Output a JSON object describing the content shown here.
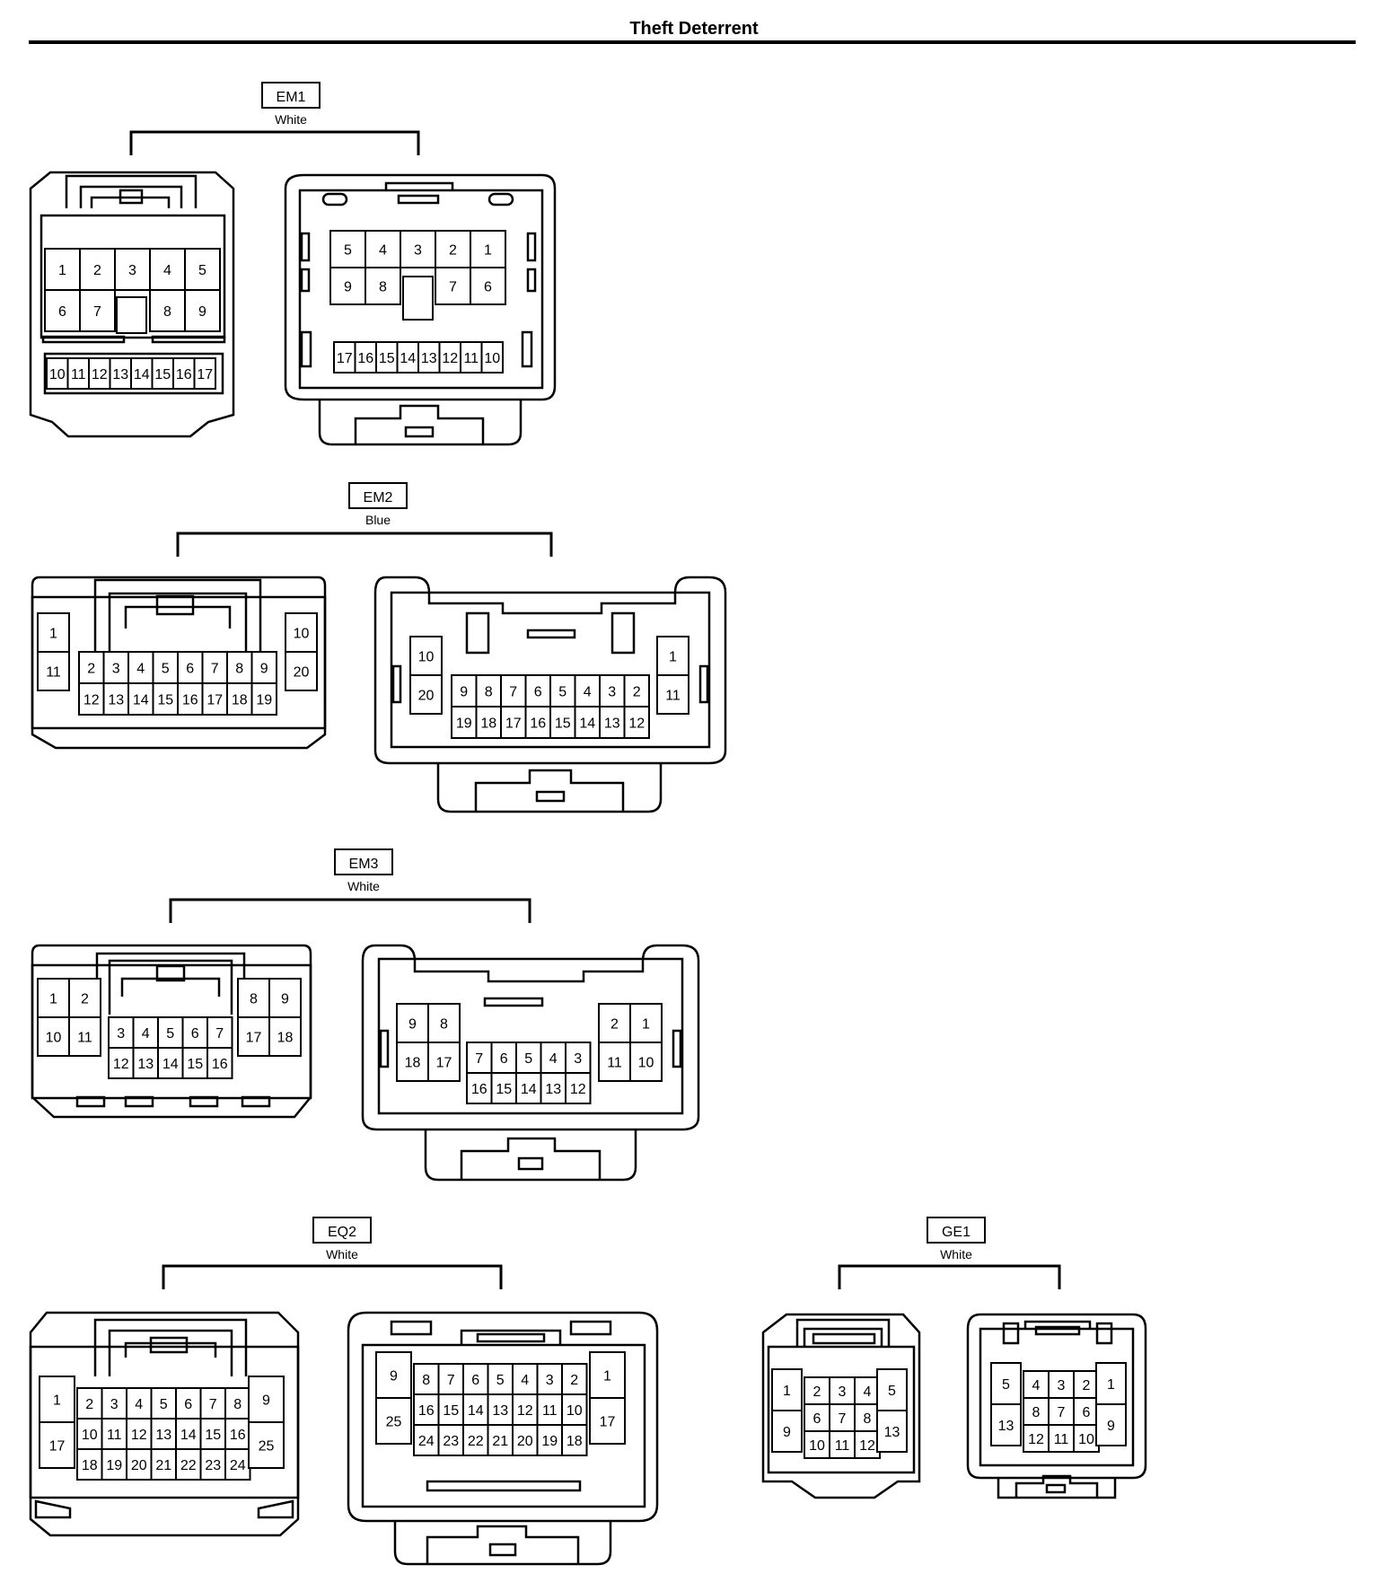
{
  "page": {
    "title": "Theft Deterrent"
  },
  "connectors": [
    {
      "id": "EM1",
      "color": "White",
      "left_pins": [
        [
          "1",
          "2",
          "3",
          "4",
          "5"
        ],
        [
          "6",
          "7",
          "8",
          "9"
        ],
        [
          "10",
          "11",
          "12",
          "13",
          "14",
          "15",
          "16",
          "17"
        ]
      ],
      "right_pins": [
        [
          "5",
          "4",
          "3",
          "2",
          "1"
        ],
        [
          "9",
          "8",
          "7",
          "6"
        ],
        [
          "17",
          "16",
          "15",
          "14",
          "13",
          "12",
          "11",
          "10"
        ]
      ]
    },
    {
      "id": "EM2",
      "color": "Blue",
      "left_pins": [
        [
          "1",
          "11"
        ],
        [
          "2",
          "3",
          "4",
          "5",
          "6",
          "7",
          "8",
          "9"
        ],
        [
          "12",
          "13",
          "14",
          "15",
          "16",
          "17",
          "18",
          "19"
        ],
        [
          "10",
          "20"
        ]
      ],
      "right_pins": [
        [
          "10",
          "20"
        ],
        [
          "9",
          "8",
          "7",
          "6",
          "5",
          "4",
          "3",
          "2"
        ],
        [
          "19",
          "18",
          "17",
          "16",
          "15",
          "14",
          "13",
          "12"
        ],
        [
          "1",
          "11"
        ]
      ]
    },
    {
      "id": "EM3",
      "color": "White",
      "left_pins": [
        [
          "1",
          "2"
        ],
        [
          "10",
          "11"
        ],
        [
          "3",
          "4",
          "5",
          "6",
          "7"
        ],
        [
          "12",
          "13",
          "14",
          "15",
          "16"
        ],
        [
          "8",
          "9"
        ],
        [
          "17",
          "18"
        ]
      ],
      "right_pins": [
        [
          "9",
          "8"
        ],
        [
          "18",
          "17"
        ],
        [
          "7",
          "6",
          "5",
          "4",
          "3"
        ],
        [
          "16",
          "15",
          "14",
          "13",
          "12"
        ],
        [
          "2",
          "1"
        ],
        [
          "11",
          "10"
        ]
      ]
    },
    {
      "id": "EQ2",
      "color": "White",
      "left_pins": [
        [
          "1",
          "17"
        ],
        [
          "2",
          "3",
          "4",
          "5",
          "6",
          "7",
          "8"
        ],
        [
          "10",
          "11",
          "12",
          "13",
          "14",
          "15",
          "16"
        ],
        [
          "18",
          "19",
          "20",
          "21",
          "22",
          "23",
          "24"
        ],
        [
          "9",
          "25"
        ]
      ],
      "right_pins": [
        [
          "9",
          "25"
        ],
        [
          "8",
          "7",
          "6",
          "5",
          "4",
          "3",
          "2"
        ],
        [
          "16",
          "15",
          "14",
          "13",
          "12",
          "11",
          "10"
        ],
        [
          "24",
          "23",
          "22",
          "21",
          "20",
          "19",
          "18"
        ],
        [
          "1",
          "17"
        ]
      ]
    },
    {
      "id": "GE1",
      "color": "White",
      "left_pins": [
        [
          "1",
          "9"
        ],
        [
          "2",
          "3",
          "4"
        ],
        [
          "6",
          "7",
          "8"
        ],
        [
          "10",
          "11",
          "12"
        ],
        [
          "5",
          "13"
        ]
      ],
      "right_pins": [
        [
          "5",
          "13"
        ],
        [
          "4",
          "3",
          "2"
        ],
        [
          "8",
          "7",
          "6"
        ],
        [
          "12",
          "11",
          "10"
        ],
        [
          "1",
          "9"
        ]
      ]
    }
  ]
}
